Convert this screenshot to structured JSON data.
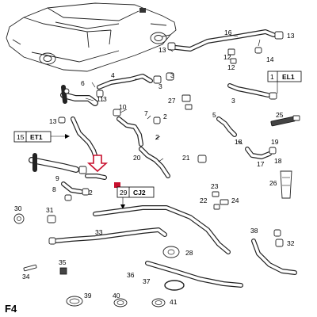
{
  "page_code": "F4",
  "colors": {
    "line": "#222222",
    "highlight": "#c8102e",
    "background": "#ffffff"
  },
  "reference_boxes": [
    {
      "id": "EL1",
      "number": "1",
      "code": "EL1"
    },
    {
      "id": "ET1",
      "number": "15",
      "code": "ET1"
    },
    {
      "id": "CJ2",
      "number": "29",
      "code": "CJ2"
    }
  ],
  "callouts": {
    "c16": "16",
    "c13a": "13",
    "c13b": "13",
    "c13c": "13",
    "c12a": "12",
    "c12b": "12",
    "c14": "14",
    "c4": "4",
    "c3a": "3",
    "c3b": "3",
    "c3c": "3",
    "c3d": "3",
    "c6": "6",
    "c11": "11",
    "c10": "10",
    "c9": "9",
    "c7": "7",
    "c2a": "2",
    "c2b": "2",
    "c2c": "2",
    "c27": "27",
    "c5": "5",
    "c25": "25",
    "c18a": "18",
    "c18b": "18",
    "c19": "19",
    "c17": "17",
    "c20": "20",
    "c21": "21",
    "c26": "26",
    "c8": "8",
    "c23": "23",
    "c22": "22",
    "c24": "24",
    "c30": "30",
    "c31": "31",
    "c33": "33",
    "c32": "32",
    "c38": "38",
    "c28": "28",
    "c35": "35",
    "c34": "34",
    "c36": "36",
    "c37": "37",
    "c39": "39",
    "c40": "40",
    "c41": "41"
  },
  "icons": [
    "car-silhouette",
    "arrow-down-highlight",
    "clamp-icon",
    "thermostat-housing-icon"
  ]
}
